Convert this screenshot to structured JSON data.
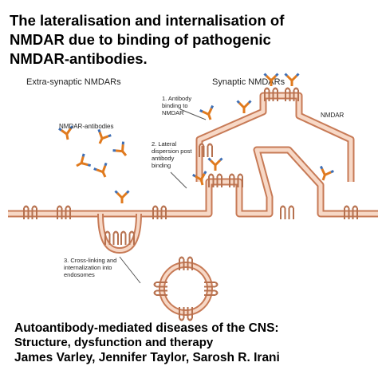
{
  "title": {
    "line1": "The lateralisation and internalisation of",
    "line2": "NMDAR due to binding of pathogenic",
    "line3": "NMDAR-antibodies."
  },
  "diagram": {
    "header_extra": "Extra-synaptic NMDARs",
    "header_syn": "Synaptic NMDARs",
    "label_antibodies": "NMDAR-antibodies",
    "label_nmdar": "NMDAR",
    "step1": [
      "1. Antibody",
      "binding to",
      "NMDAR"
    ],
    "step2": [
      "2. Lateral",
      "dispersion post",
      "antibody",
      "binding"
    ],
    "step3": [
      "3. Cross-linking and",
      "internalization into",
      "endosomes"
    ],
    "colors": {
      "membrane": "#f0b99c",
      "membrane_edge": "#c77a56",
      "antibody": "#e07a1e",
      "antibody_tip": "#3f6fb5"
    }
  },
  "footer": {
    "line1": "Autoantibody-mediated diseases of the CNS:",
    "line2": "Structure, dysfunction and therapy",
    "line3": "James Varley, Jennifer Taylor, Sarosh R. Irani"
  }
}
